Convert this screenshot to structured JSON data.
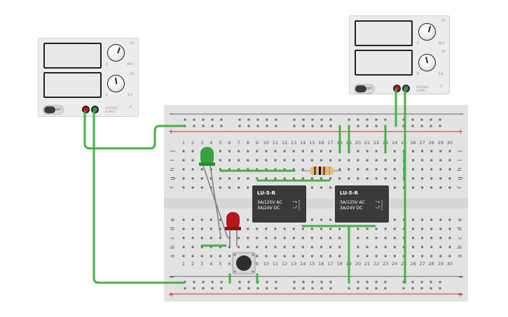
{
  "supply_left": {
    "knob_top_label": "10 V",
    "knob_bottom_label": "5 A",
    "knob_scale_min": "0",
    "knob_top_mode": "CC",
    "knob_bottom_mode": "CV",
    "switch_label": "OFF",
    "brand_label": "VOLTAGE SUPPLY"
  },
  "supply_right": {
    "knob_top_label": "10 V",
    "knob_bottom_label": "5 A",
    "knob_scale_min": "0",
    "knob_top_mode": "CC",
    "knob_bottom_mode": "CV",
    "switch_label": "OFF",
    "brand_label": "VOLTAGE SUPPLY"
  },
  "breadboard": {
    "column_numbers": [
      "1",
      "2",
      "3",
      "4",
      "5",
      "6",
      "7",
      "8",
      "9",
      "10",
      "11",
      "12",
      "13",
      "14",
      "15",
      "16",
      "17",
      "18",
      "19",
      "20",
      "21",
      "22",
      "23",
      "24",
      "25",
      "26",
      "27",
      "28",
      "29",
      "30"
    ],
    "row_letters_top": [
      "j",
      "i",
      "h",
      "g",
      "f"
    ],
    "row_letters_bottom": [
      "e",
      "d",
      "c",
      "b",
      "a"
    ],
    "rail_minus": "−",
    "rail_plus": "+"
  },
  "relay_left": {
    "model": "LU-5-R",
    "line1": "3A/125V AC",
    "line2": "3A/24V  DC"
  },
  "relay_right": {
    "model": "LU-5-R",
    "line1": "3A/125V AC",
    "line2": "3A/24V  DC"
  },
  "components": {
    "led_green_color": "#3aa040",
    "led_red_color": "#b5171b",
    "wire_color": "#47b04b",
    "resistor_body_color": "#dcc08a"
  }
}
